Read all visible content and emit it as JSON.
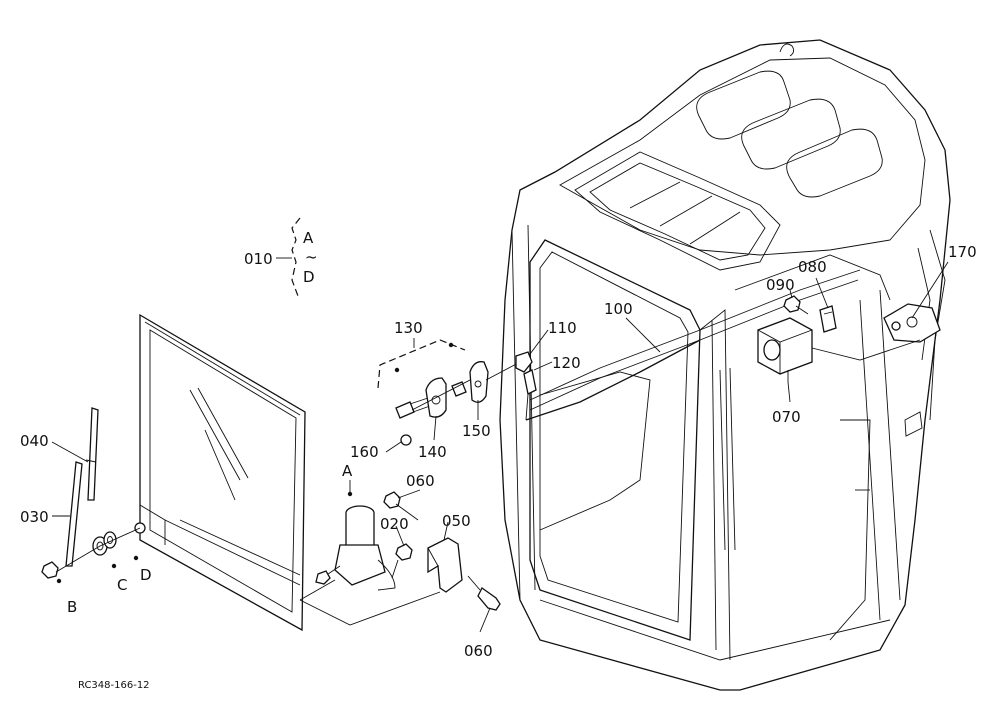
{
  "diagram": {
    "reference_code": "RC348-166-12",
    "labels": {
      "p010": "010",
      "p020": "020",
      "p030": "030",
      "p040": "040",
      "p050": "050",
      "p060_top": "060",
      "p060_bottom": "060",
      "p070": "070",
      "p080": "080",
      "p090": "090",
      "p100": "100",
      "p110": "110",
      "p120": "120",
      "p130": "130",
      "p140": "140",
      "p150": "150",
      "p160": "160",
      "p170": "170",
      "range_from": "A",
      "range_tilde": "~",
      "range_to": "D",
      "key_A": "A",
      "key_B": "B",
      "key_C": "C",
      "key_D": "D"
    }
  }
}
